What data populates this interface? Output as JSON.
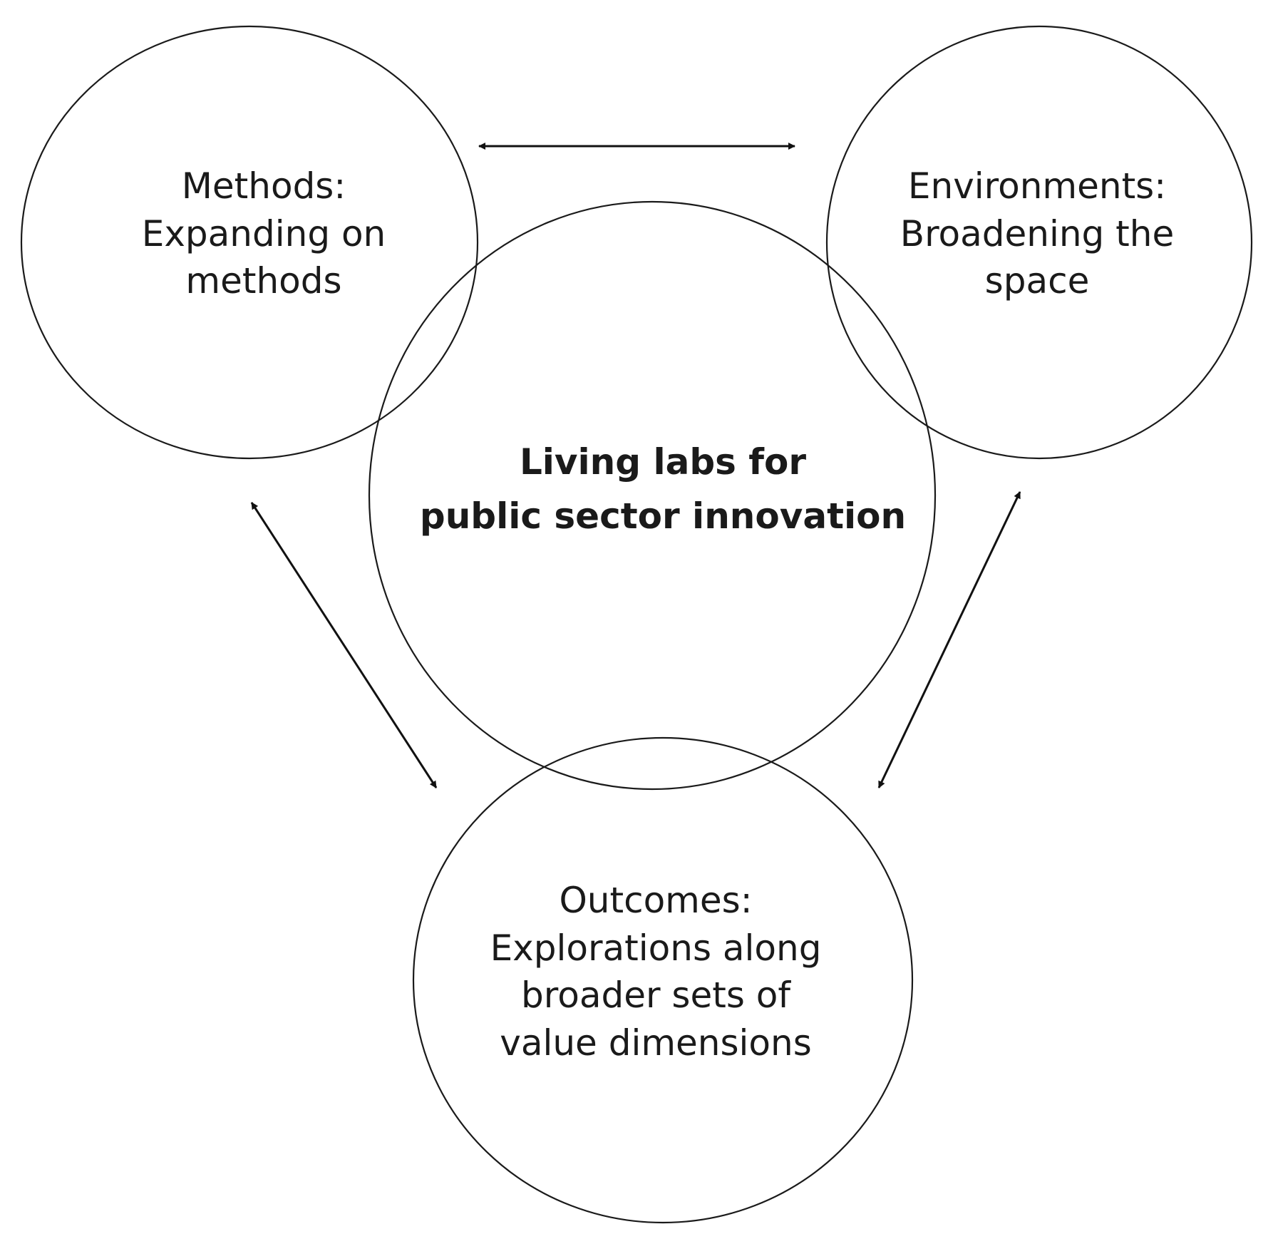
{
  "nodes": {
    "methods": {
      "title": "Methods:",
      "line1": "Expanding on",
      "line2": "methods"
    },
    "environments": {
      "title": "Environments:",
      "line1": "Broadening the",
      "line2": "space"
    },
    "center": {
      "line1": "Living labs for",
      "line2": "public sector innovation"
    },
    "outcomes": {
      "title": "Outcomes:",
      "line1": "Explorations along",
      "line2": "broader sets of",
      "line3": "value dimensions"
    }
  },
  "connections": [
    {
      "from": "methods",
      "to": "environments",
      "direction": "both"
    },
    {
      "from": "methods",
      "to": "outcomes",
      "direction": "both"
    },
    {
      "from": "environments",
      "to": "outcomes",
      "direction": "both"
    }
  ],
  "colors": {
    "stroke": "#1a1a1a",
    "text": "#1a1a1a",
    "background": "#ffffff"
  }
}
